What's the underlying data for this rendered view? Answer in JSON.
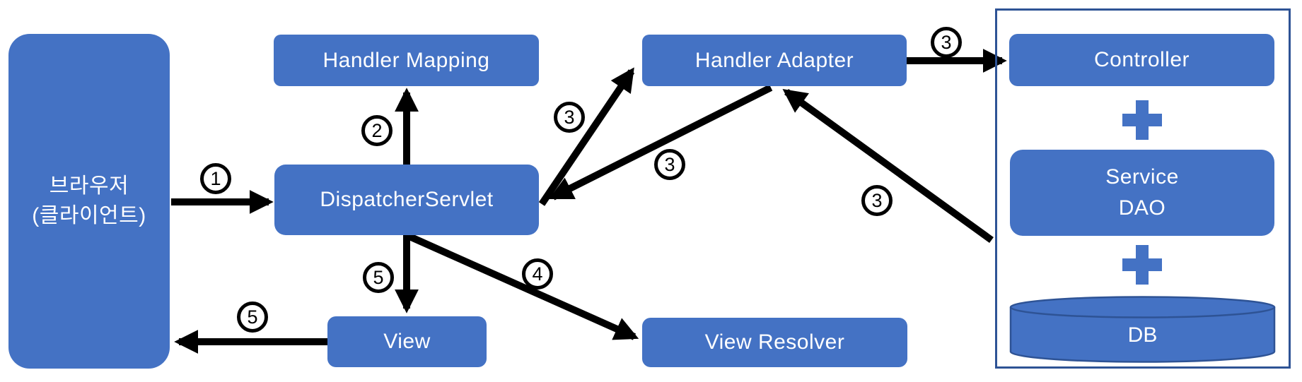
{
  "colors": {
    "bg": "#ffffff",
    "node-fill": "#4472C4",
    "node-text": "#ffffff",
    "panel-border": "#2E5395",
    "cylinder-stroke": "#2E5395",
    "arrow": "#000000",
    "badge-bg": "#ffffff",
    "badge-border": "#000000"
  },
  "nodes": {
    "browser": {
      "line1": "브라우저",
      "line2": "(클라이언트)"
    },
    "handler_mapping": {
      "label": "Handler Mapping"
    },
    "dispatcher_servlet": {
      "label": "DispatcherServlet"
    },
    "handler_adapter": {
      "label": "Handler Adapter"
    },
    "view": {
      "label": "View"
    },
    "view_resolver": {
      "label": "View Resolver"
    },
    "controller": {
      "label": "Controller"
    },
    "service_dao": {
      "line1": "Service",
      "line2": "DAO"
    },
    "db": {
      "label": "DB"
    }
  },
  "badges": [
    {
      "label": "1"
    },
    {
      "label": "2"
    },
    {
      "label": "3"
    },
    {
      "label": "3"
    },
    {
      "label": "3"
    },
    {
      "label": "3"
    },
    {
      "label": "4"
    },
    {
      "label": "5"
    },
    {
      "label": "5"
    }
  ]
}
